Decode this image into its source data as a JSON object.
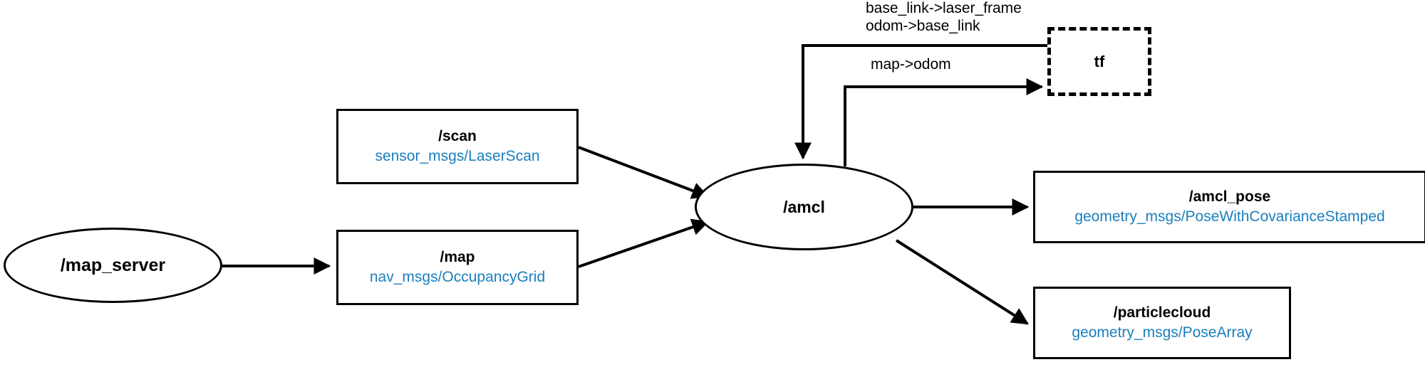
{
  "diagram": {
    "title": "ROS AMCL node graph",
    "colors": {
      "stroke": "#000000",
      "topic_type_text": "#1a7fbd",
      "background": "#ffffff"
    }
  },
  "nodes": {
    "map_server": {
      "label": "/map_server",
      "shape": "ellipse"
    },
    "amcl": {
      "label": "/amcl",
      "shape": "ellipse"
    },
    "tf": {
      "label": "tf",
      "shape": "dashed-box"
    }
  },
  "topics": {
    "scan": {
      "name": "/scan",
      "type": "sensor_msgs/LaserScan"
    },
    "map": {
      "name": "/map",
      "type": "nav_msgs/OccupancyGrid"
    },
    "amcl_pose": {
      "name": "/amcl_pose",
      "type": "geometry_msgs/PoseWithCovarianceStamped"
    },
    "particlecloud": {
      "name": "/particlecloud",
      "type": "geometry_msgs/PoseArray"
    }
  },
  "edge_labels": {
    "tf_in_line1": "base_link->laser_frame",
    "tf_in_line2": "odom->base_link",
    "tf_out": "map->odom"
  },
  "edges": [
    {
      "from": "map_server",
      "to": "map",
      "label": ""
    },
    {
      "from": "scan",
      "to": "amcl",
      "label": ""
    },
    {
      "from": "map",
      "to": "amcl",
      "label": ""
    },
    {
      "from": "tf",
      "to": "amcl",
      "label": "base_link->laser_frame / odom->base_link"
    },
    {
      "from": "amcl",
      "to": "tf",
      "label": "map->odom"
    },
    {
      "from": "amcl",
      "to": "amcl_pose",
      "label": ""
    },
    {
      "from": "amcl",
      "to": "particlecloud",
      "label": ""
    }
  ]
}
